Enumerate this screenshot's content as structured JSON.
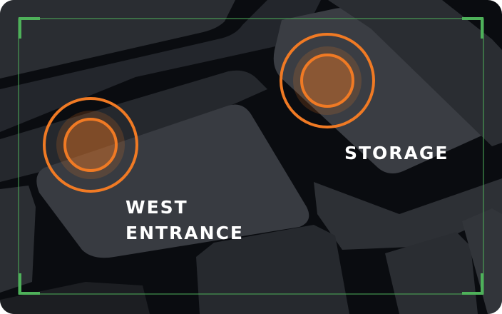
{
  "map": {
    "markers": [
      {
        "id": "west-entrance",
        "label_lines": [
          "WEST",
          "ENTRANCE"
        ],
        "icon": "location-target-icon"
      },
      {
        "id": "storage",
        "label_lines": [
          "STORAGE"
        ],
        "icon": "location-target-icon"
      }
    ]
  },
  "colors": {
    "background": "#0a0c10",
    "block_dark": "#23262c",
    "block_mid": "#2e3136",
    "block_light": "#383b41",
    "marker_orange": "#f07a24",
    "frame_green": "#4eb15a",
    "label_white": "#ffffff"
  }
}
